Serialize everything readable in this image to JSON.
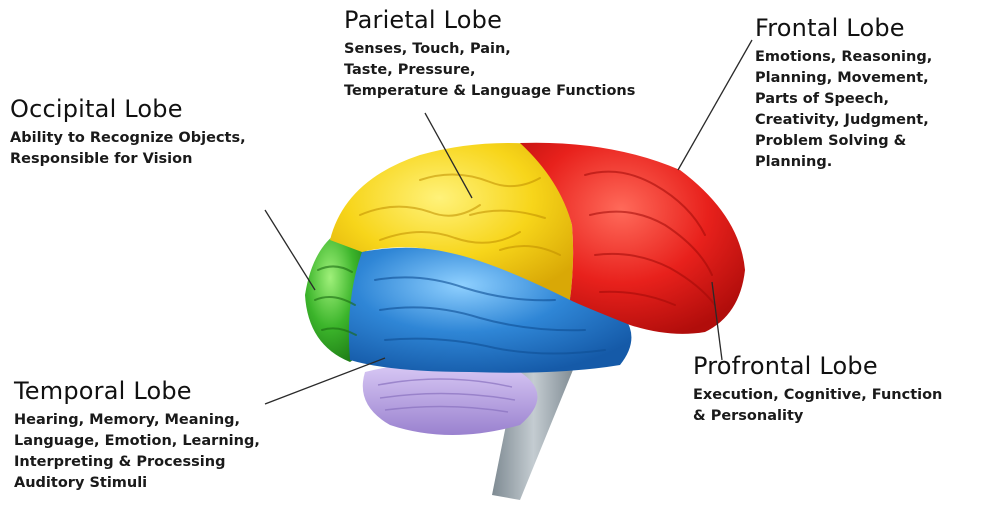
{
  "lobes": {
    "parietal": {
      "title": "Parietal Lobe",
      "lines": [
        "Senses, Touch, Pain,",
        "Taste, Pressure,",
        "Temperature & Language Functions"
      ],
      "color": "#f7d51a"
    },
    "frontal": {
      "title": "Frontal Lobe",
      "lines": [
        "Emotions, Reasoning,",
        "Planning, Movement,",
        "Parts of Speech,",
        "Creativity, Judgment,",
        "Problem Solving  &",
        "Planning."
      ],
      "color": "#e8211c"
    },
    "occipital": {
      "title": "Occipital Lobe",
      "lines": [
        "Ability to Recognize Objects,",
        "Responsible for Vision"
      ],
      "color": "#3cb52b"
    },
    "temporal": {
      "title": "Temporal Lobe",
      "lines": [
        "Hearing, Memory, Meaning,",
        "Language, Emotion, Learning,",
        "Interpreting & Processing",
        "Auditory Stimuli"
      ],
      "color": "#2f86d6"
    },
    "prefrontal": {
      "title": "Profrontal Lobe",
      "lines": [
        "Execution, Cognitive, Function",
        "& Personality"
      ],
      "color": "#e8211c"
    }
  },
  "cerebellum_color": "#b79ee0",
  "brainstem_color": "#9aa6ad"
}
